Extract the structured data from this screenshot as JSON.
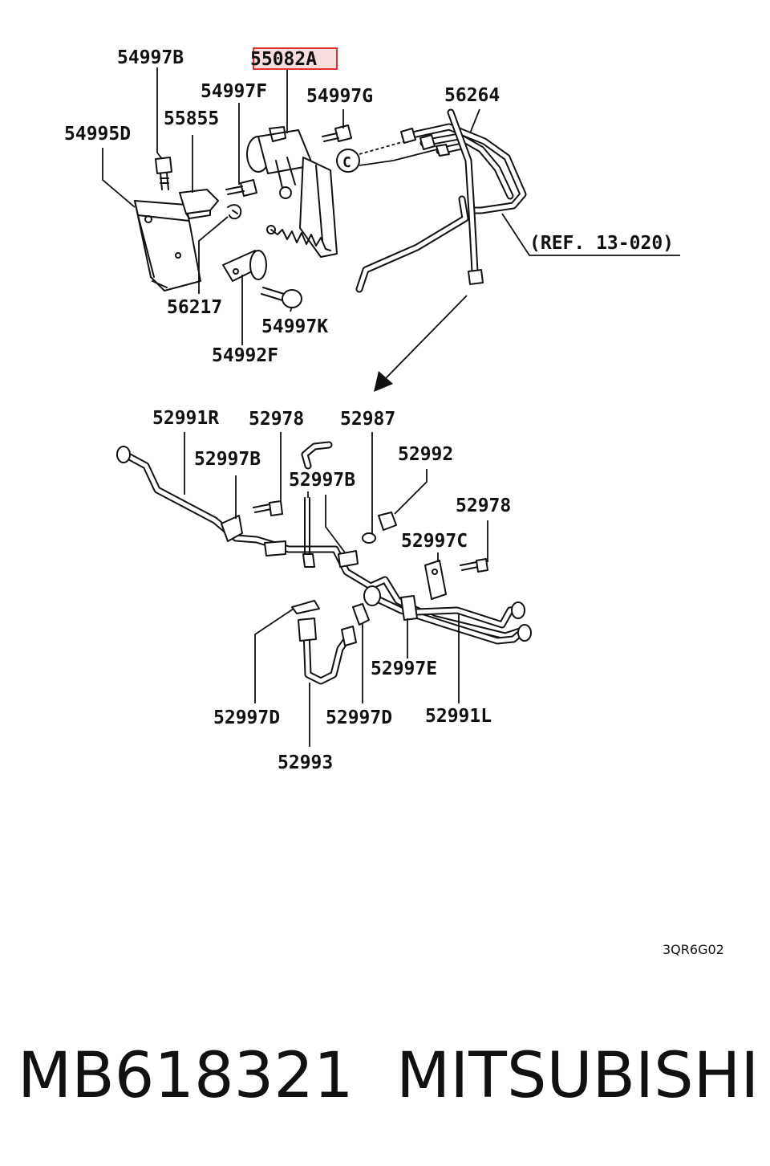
{
  "diagram": {
    "labels": {
      "l54997B": "54997B",
      "l55082A": "55082A",
      "l54997F": "54997F",
      "l54997G": "54997G",
      "l56264": "56264",
      "l55855": "55855",
      "l54995D": "54995D",
      "lRef": "(REF. 13-020)",
      "lC": "C",
      "l56217": "56217",
      "l54997K": "54997K",
      "l54992F": "54992F",
      "l52991R": "52991R",
      "l52978a": "52978",
      "l52987": "52987",
      "l52997Ba": "52997B",
      "l52992": "52992",
      "l52997Bb": "52997B",
      "l52978b": "52978",
      "l52997C": "52997C",
      "l52997E": "52997E",
      "l52997Da": "52997D",
      "l52997Db": "52997D",
      "l52991L": "52991L",
      "l52993": "52993"
    },
    "highlighted_part": "55082A",
    "highlight_color": "#d33333",
    "drawing_code": "3QR6G02"
  },
  "footer": {
    "part_number": "MB618321",
    "brand": "MITSUBISHI"
  }
}
